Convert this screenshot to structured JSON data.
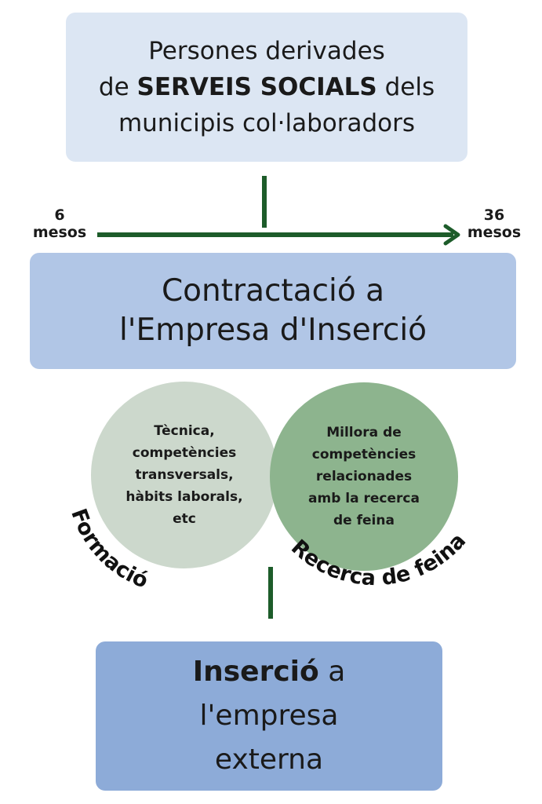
{
  "top_box": {
    "line1": "Persones derivades",
    "line2_pre": "de ",
    "line2_bold": "SERVEIS SOCIALS",
    "line2_post": " dels",
    "line3": "municipis col·laboradors"
  },
  "timeline": {
    "start_value": "6",
    "start_unit": "mesos",
    "end_value": "36",
    "end_unit": "mesos",
    "color": "#1d5c2a"
  },
  "mid_box": {
    "line1": "Contractació a",
    "line2": "l'Empresa d'Inserció"
  },
  "circle_left": {
    "lines": [
      "Tècnica,",
      "competències",
      "transversals,",
      "hàbits laborals,",
      "etc"
    ],
    "label": "Formació",
    "color": "#ccd8cc"
  },
  "circle_right": {
    "lines": [
      "Millora de",
      "competències",
      "relacionades",
      "amb la recerca",
      "de feina"
    ],
    "label": "Recerca de feina",
    "color": "#8db48e"
  },
  "bottom_box": {
    "line1_bold": "Inserció",
    "line1_rest": " a",
    "line2": "l'empresa",
    "line3": "externa"
  }
}
